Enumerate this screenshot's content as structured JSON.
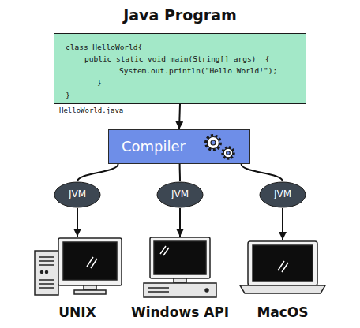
{
  "diagram": {
    "title": "Java Program",
    "nodes": [
      {
        "text": [
          "class HelloWorld{",
          "public static void main(String[] args)  {",
          "System.out.println(\"Hello World!\");",
          "}",
          "}"
        ]
      },
      {
        "text": [
          "Compiler"
        ]
      },
      {
        "text": [
          "JVM"
        ]
      },
      {
        "text": [
          "JVM"
        ]
      },
      {
        "text": [
          "JVM"
        ]
      },
      {
        "text": [
          "UNIX"
        ]
      },
      {
        "text": [
          "Windows API"
        ]
      },
      {
        "text": [
          "MacOS"
        ]
      }
    ],
    "edges": [
      {
        "from": 0,
        "to": 1,
        "arrow": "to"
      },
      {
        "from": 1,
        "to": 2,
        "arrow": "none"
      },
      {
        "from": 1,
        "to": 3,
        "arrow": "none"
      },
      {
        "from": 1,
        "to": 4,
        "arrow": "none"
      },
      {
        "from": 2,
        "to": 5,
        "arrow": "to"
      },
      {
        "from": 3,
        "to": 6,
        "arrow": "to"
      },
      {
        "from": 4,
        "to": 7,
        "arrow": "to"
      }
    ],
    "labels": [
      "HelloWorld.java"
    ]
  }
}
